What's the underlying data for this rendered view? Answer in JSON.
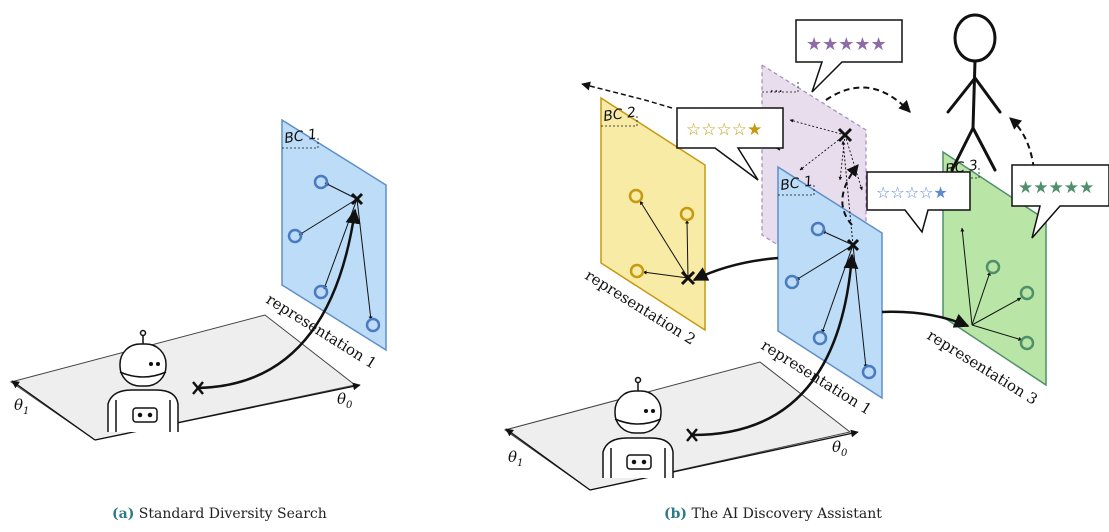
{
  "left_panel": {
    "axis_x": "θ",
    "axis_x_sub": "0",
    "axis_y": "θ",
    "axis_y_sub": "1",
    "plane_label": "representation 1",
    "bc_label": "BC 1"
  },
  "right_panel": {
    "axis_x": "θ",
    "axis_x_sub": "0",
    "axis_y": "θ",
    "axis_y_sub": "1",
    "plane1_label": "representation 1",
    "plane2_label": "representation 2",
    "plane3_label": "representation 3",
    "bc1_label": "BC 1",
    "bc2_label": "BC 2",
    "bc3_label": "BC 3",
    "bc_hidden_label": "...",
    "bubble_purple_stars": "★★★★★",
    "bubble_yellow_stars_empty": "☆☆☆☆",
    "bubble_yellow_stars_full": "★",
    "bubble_blue_stars_empty": "☆☆☆☆",
    "bubble_blue_stars_full": "★",
    "bubble_green_stars": "★★★★★"
  },
  "captions": {
    "a_tag": "(a)",
    "a_text": " Standard Diversity Search",
    "b_tag": "(b)",
    "b_text": " The AI Discovery Assistant"
  },
  "colors": {
    "blue_fill": "#bcdcf7",
    "blue_stroke": "#5f8fc8",
    "yellow_fill": "#f8eba6",
    "yellow_stroke": "#c59a10",
    "green_fill": "#b9e6a6",
    "green_stroke": "#4f8f6a",
    "purple_fill": "#e4d8ea",
    "purple_stroke": "#9b7fb6",
    "caption_tag": "#2f7a88"
  }
}
